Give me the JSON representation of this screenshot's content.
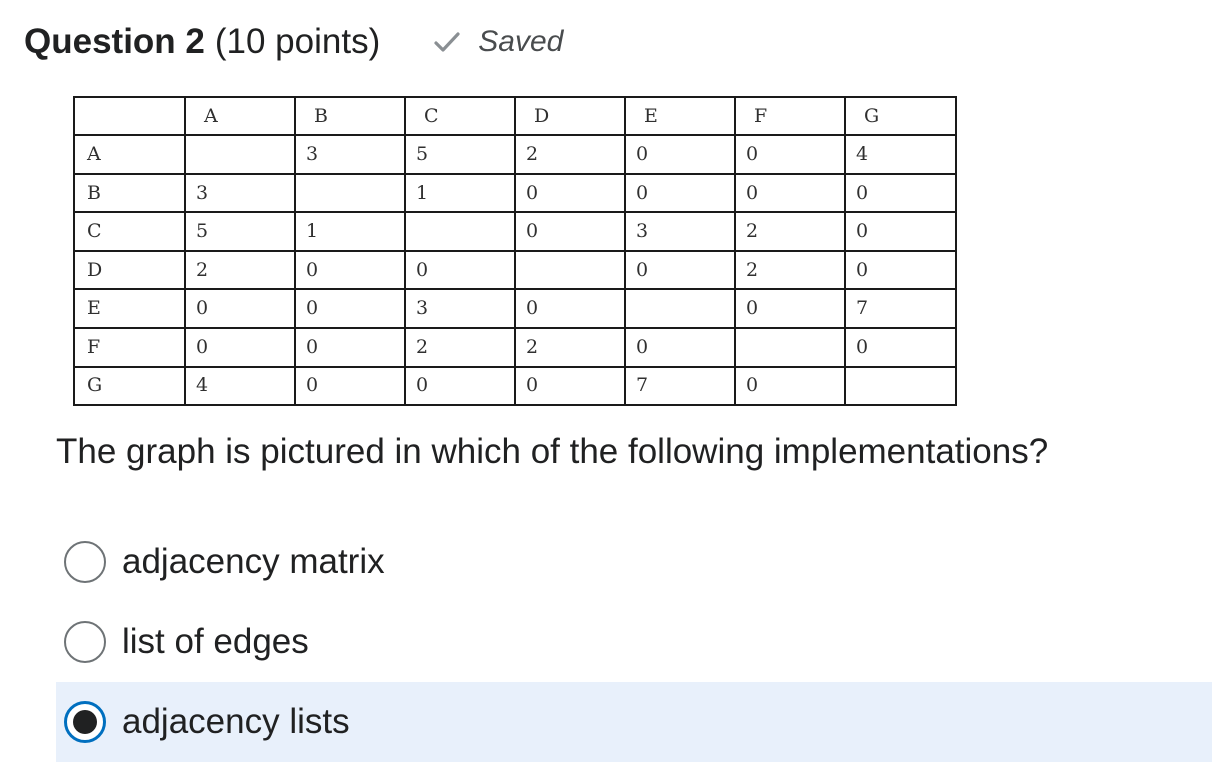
{
  "question": {
    "title": "Question 2",
    "points": "(10 points)",
    "status": "Saved",
    "status_icon": "check-icon",
    "prompt": "The graph is pictured in which of the following implementations?"
  },
  "matrix": {
    "columns": [
      "",
      "A",
      "B",
      "C",
      "D",
      "E",
      "F",
      "G"
    ],
    "rows": [
      [
        "A",
        "",
        "3",
        "5",
        "2",
        "0",
        "0",
        "4"
      ],
      [
        "B",
        "3",
        "",
        "1",
        "0",
        "0",
        "0",
        "0"
      ],
      [
        "C",
        "5",
        "1",
        "",
        "0",
        "3",
        "2",
        "0"
      ],
      [
        "D",
        "2",
        "0",
        "0",
        "",
        "0",
        "2",
        "0"
      ],
      [
        "E",
        "0",
        "0",
        "3",
        "0",
        "",
        "0",
        "7"
      ],
      [
        "F",
        "0",
        "0",
        "2",
        "2",
        "0",
        "",
        "0"
      ],
      [
        "G",
        "4",
        "0",
        "0",
        "0",
        "7",
        "0",
        ""
      ]
    ]
  },
  "options": [
    {
      "label": "adjacency matrix",
      "selected": false
    },
    {
      "label": "list of edges",
      "selected": false
    },
    {
      "label": "adjacency lists",
      "selected": true
    }
  ],
  "colors": {
    "accent": "#006fbf",
    "selected_bg": "#e8f0fb",
    "text": "#202122"
  }
}
